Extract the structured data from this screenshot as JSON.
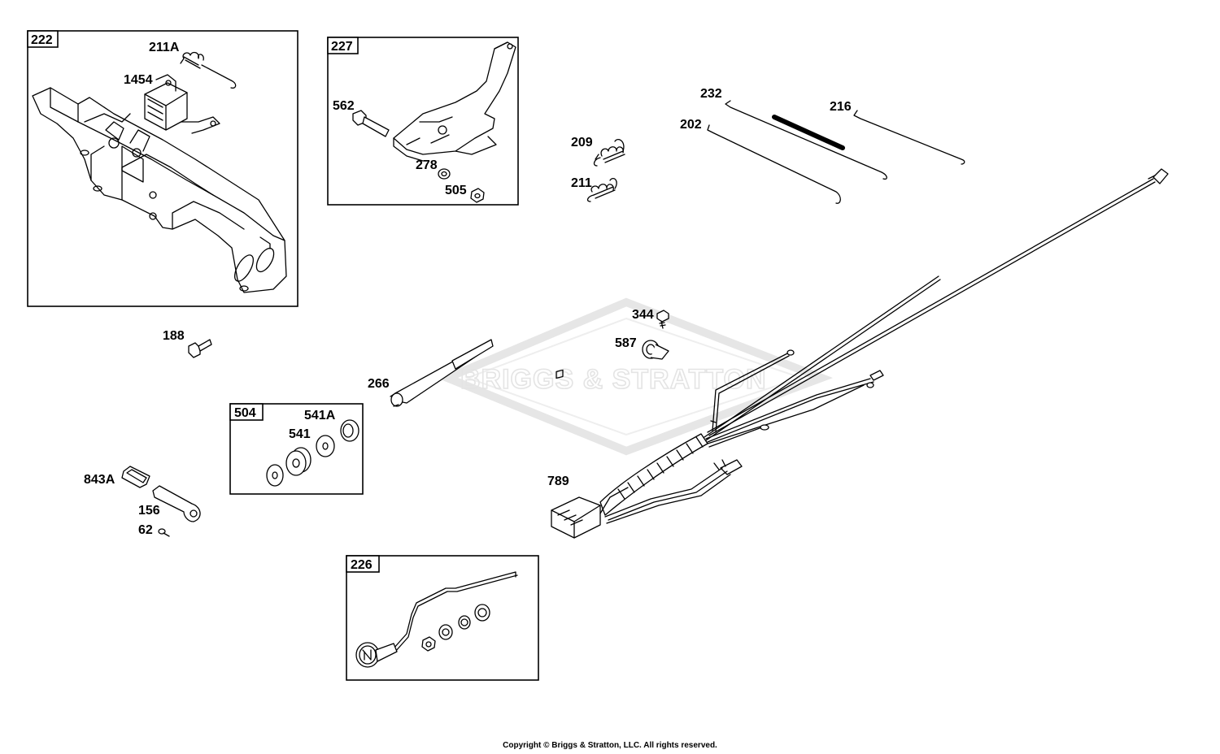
{
  "watermark": "BRIGGS & STRATTON",
  "watermark_mark": "®",
  "groups": [
    {
      "id": "222",
      "label": "222"
    },
    {
      "id": "227",
      "label": "227"
    },
    {
      "id": "504",
      "label": "504"
    },
    {
      "id": "226",
      "label": "226"
    }
  ],
  "callouts": {
    "p211A": "211A",
    "p1454": "1454",
    "p562": "562",
    "p278": "278",
    "p505": "505",
    "p209": "209",
    "p211": "211",
    "p232": "232",
    "p202": "202",
    "p216": "216",
    "p344": "344",
    "p587": "587",
    "p188": "188",
    "p266": "266",
    "p541A": "541A",
    "p541": "541",
    "p843A": "843A",
    "p156": "156",
    "p62": "62",
    "p789": "789"
  },
  "copyright": "Copyright © Briggs & Stratton, LLC. All rights reserved."
}
